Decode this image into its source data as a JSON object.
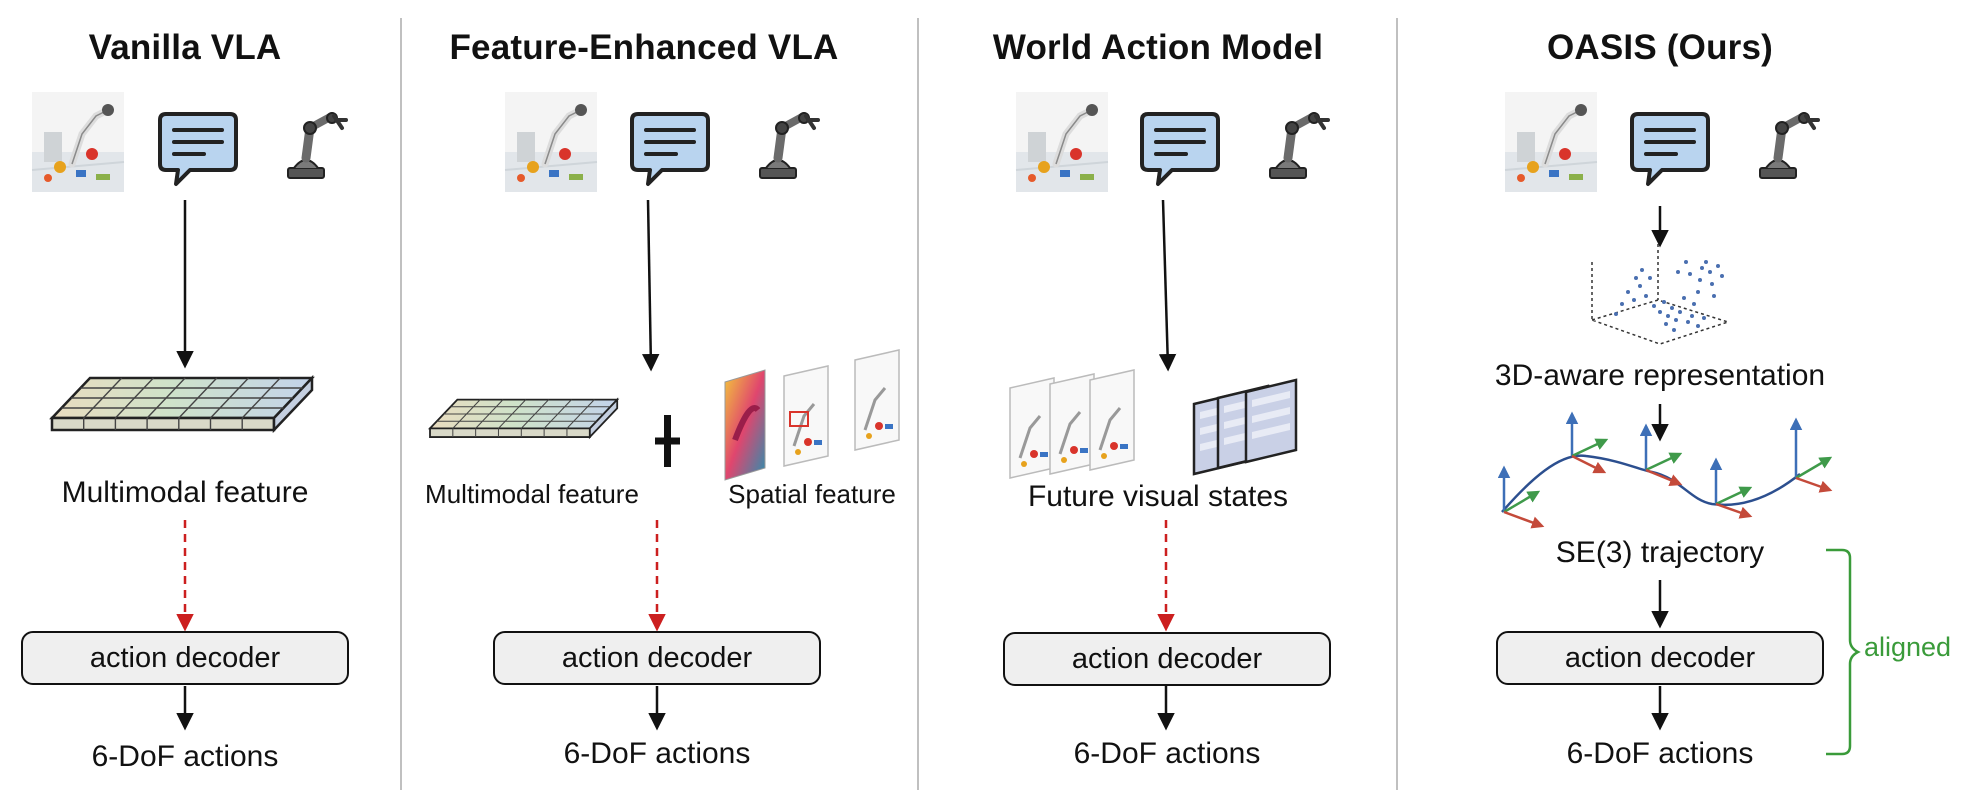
{
  "panels": [
    {
      "title": "Vanilla VLA",
      "feature_label": "Multimodal feature",
      "decoder_label": "action decoder",
      "output_label": "6-DoF actions"
    },
    {
      "title": "Feature-Enhanced VLA",
      "feature_label": "Multimodal feature",
      "spatial_label": "Spatial feature",
      "decoder_label": "action decoder",
      "output_label": "6-DoF actions"
    },
    {
      "title": "World Action Model",
      "feature_label": "Future visual states",
      "decoder_label": "action decoder",
      "output_label": "6-DoF actions"
    },
    {
      "title": "OASIS (Ours)",
      "representation_label": "3D-aware representation",
      "trajectory_label": "SE(3) trajectory",
      "decoder_label": "action decoder",
      "output_label": "6-DoF actions",
      "aligned_label": "aligned"
    }
  ],
  "icons": [
    "robot-scene-image",
    "chat-bubble-icon",
    "robot-arm-icon"
  ],
  "colors": {
    "arrow": "#111111",
    "dashed_arrow": "#cc1f1f",
    "chat_bubble": "#b9d4ef",
    "aligned": "#3a9b3a",
    "axis_x": "#c44a3a",
    "axis_y": "#3f9a4a",
    "axis_z": "#3d6fb7",
    "trajectory": "#2c4f8f",
    "divider": "#b0b0b0"
  }
}
